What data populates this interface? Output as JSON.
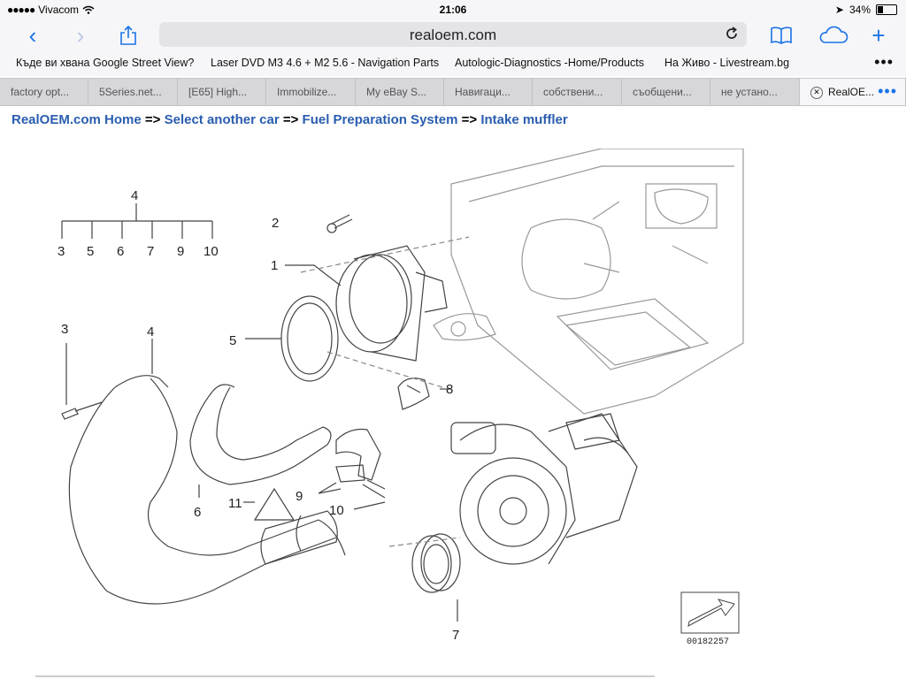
{
  "status": {
    "carrier": "Vivacom",
    "time": "21:06",
    "battery": "34%"
  },
  "browser": {
    "url": "realoem.com",
    "bookmarks": [
      "Къде ви хвана Google Street View?",
      "Laser DVD M3 4.6 + M2 5.6 - Navigation Parts",
      "Autologic-Diagnostics -Home/Products",
      "На Живо - Livestream.bg"
    ],
    "tabs": [
      "factory opt...",
      "5Series.net...",
      "[E65] High...",
      "Immobilize...",
      "My eBay S...",
      "Навигаци...",
      "собствени...",
      "съобщени...",
      "не устано...",
      "RealOE..."
    ]
  },
  "breadcrumb": {
    "home": "RealOEM.com Home",
    "sep": "=>",
    "select_car": "Select another car",
    "system": "Fuel Preparation System",
    "page": "Intake muffler"
  },
  "diagram": {
    "callouts": {
      "c1": "1",
      "c2": "2",
      "c3": "3",
      "c4": "4",
      "c5": "5",
      "c6": "6",
      "c7": "7",
      "c8": "8",
      "c9": "9",
      "c10": "10",
      "c11": "11"
    },
    "tree_top": "4",
    "tree_children": [
      "3",
      "5",
      "6",
      "7",
      "9",
      "10"
    ],
    "diagram_id": "00182257"
  }
}
